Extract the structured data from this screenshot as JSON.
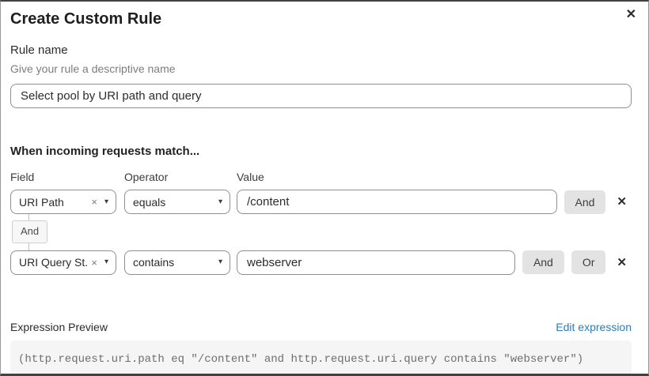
{
  "dialog": {
    "title": "Create Custom Rule"
  },
  "icons": {
    "close": "✕",
    "clear": "×",
    "caret_down": "▾",
    "row_delete": "✕"
  },
  "rule_name": {
    "label": "Rule name",
    "description": "Give your rule a descriptive name",
    "value": "Select pool by URI path and query"
  },
  "matcher": {
    "heading": "When incoming requests match...",
    "columns": {
      "field": "Field",
      "operator": "Operator",
      "value": "Value"
    },
    "rows": [
      {
        "field": "URI Path",
        "operator": "equals",
        "value": "/content",
        "and_label": "And"
      },
      {
        "field": "URI Query St...",
        "operator": "contains",
        "value": "webserver",
        "and_label": "And",
        "or_label": "Or"
      }
    ],
    "connector_label": "And"
  },
  "expression": {
    "label": "Expression Preview",
    "edit_link": "Edit expression",
    "code": "(http.request.uri.path eq \"/content\" and http.request.uri.query contains \"webserver\")"
  },
  "colors": {
    "link_blue": "#2e7db5",
    "button_gray": "#e3e3e3",
    "code_background": "#f5f5f5",
    "input_border": "#8f8f8f",
    "code_text": "#6e6e6e"
  }
}
